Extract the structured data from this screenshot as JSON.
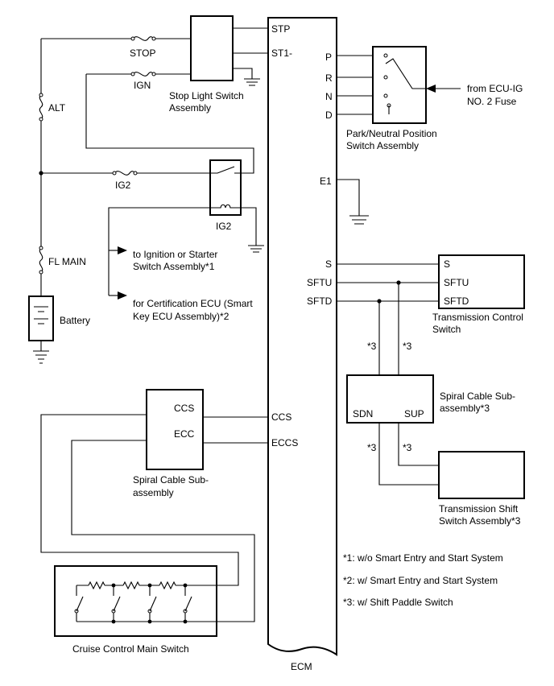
{
  "diagram": {
    "ecm": {
      "label": "ECM",
      "pins_left": {
        "stp": "STP",
        "st1": "ST1-",
        "ccs": "CCS",
        "eccs": "ECCS"
      },
      "pins_right": {
        "p": "P",
        "r": "R",
        "n": "N",
        "d": "D",
        "e1": "E1",
        "s": "S",
        "sftu": "SFTU",
        "sftd": "SFTD"
      }
    },
    "fuses": {
      "stop": "STOP",
      "ign": "IGN",
      "alt": "ALT",
      "ig2": "IG2",
      "fl_main": "FL MAIN"
    },
    "stop_light_switch": {
      "line1": "Stop Light Switch",
      "line2": "Assembly"
    },
    "ig2_relay": {
      "label": "IG2"
    },
    "battery": {
      "label": "Battery"
    },
    "arrows": {
      "ignition_line1": "to Ignition or Starter",
      "ignition_line2": "Switch Assembly*1",
      "cert_line1": "for Certification ECU (Smart",
      "cert_line2": "Key ECU Assembly)*2"
    },
    "park_neutral": {
      "line1": "Park/Neutral Position",
      "line2": "Switch Assembly"
    },
    "ecu_ig_feed": {
      "line1": "from ECU-IG",
      "line2": "NO. 2 Fuse"
    },
    "transmission_control": {
      "pin_s": "S",
      "pin_sftu": "SFTU",
      "pin_sftd": "SFTD",
      "line1": "Transmission Control",
      "line2": "Switch"
    },
    "spiral_cable_right": {
      "pin_sdn": "SDN",
      "pin_sup": "SUP",
      "line1": "Spiral Cable Sub-",
      "line2": "assembly*3"
    },
    "spiral_cable_left": {
      "pin_ccs": "CCS",
      "pin_ecc": "ECC",
      "line1": "Spiral Cable Sub-",
      "line2": "assembly"
    },
    "transmission_shift": {
      "line1": "Transmission Shift",
      "line2": "Switch Assembly*3"
    },
    "cruise_control": {
      "label": "Cruise Control Main Switch"
    },
    "wire_marks": {
      "a": "*3",
      "b": "*3",
      "c": "*3",
      "d": "*3"
    },
    "notes": [
      "*1: w/o Smart Entry and Start System",
      "*2: w/ Smart Entry and Start System",
      "*3: w/ Shift Paddle Switch"
    ]
  }
}
